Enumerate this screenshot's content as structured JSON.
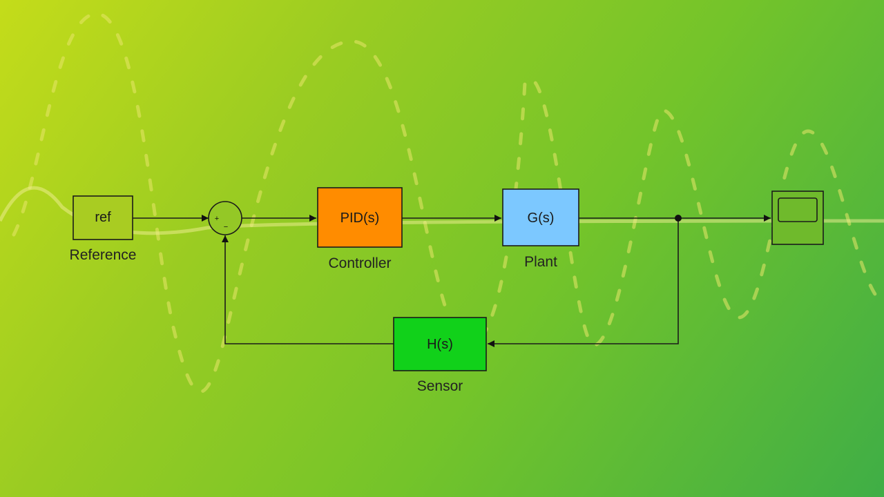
{
  "diagram": {
    "blocks": {
      "reference": {
        "text": "ref",
        "label": "Reference"
      },
      "controller": {
        "text": "PID(s)",
        "label": "Controller"
      },
      "plant": {
        "text": "G(s)",
        "label": "Plant"
      },
      "sensor": {
        "text": "H(s)",
        "label": "Sensor"
      }
    },
    "sum_signs": {
      "plus": "+",
      "minus": "−"
    },
    "colors": {
      "controller": "#ff8c00",
      "plant": "#7cc8ff",
      "sensor": "#11d11a",
      "reference": "#a9cc22",
      "scope": "#6fba2c",
      "line": "#1a1a1a"
    },
    "icons": {
      "scope": "scope-icon"
    }
  }
}
